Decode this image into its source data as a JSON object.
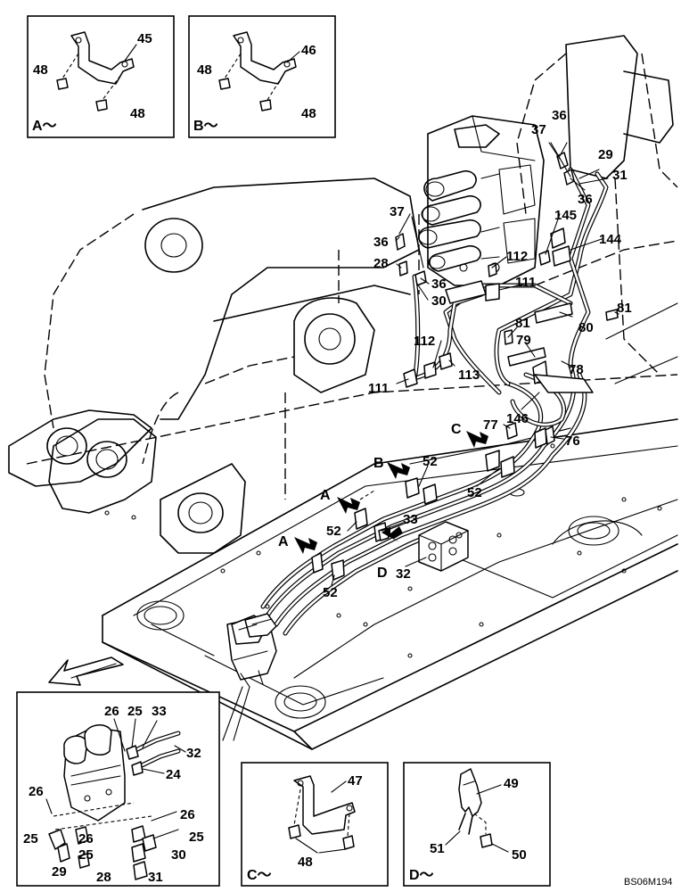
{
  "inset_captions": {
    "a": "A～",
    "b": "B～",
    "c": "C～",
    "d": "D～"
  },
  "view_markers": {
    "a1": "A",
    "a2": "A",
    "b": "B",
    "c": "C",
    "d": "D"
  },
  "drawing_code": "BS06M194",
  "part_labels": {
    "p45": "45",
    "p48a1": "48",
    "p48a2": "48",
    "p46": "46",
    "p48b1": "48",
    "p48b2": "48",
    "p37a": "37",
    "p36a": "36",
    "p29": "29",
    "p31": "31",
    "p36b": "36",
    "p37b": "37",
    "p36c": "36",
    "p28a": "28",
    "p36d": "36",
    "p30a": "30",
    "p145": "145",
    "p144": "144",
    "p112a": "112",
    "p111a": "111",
    "p81a": "81",
    "p81b": "81",
    "p80": "80",
    "p79": "79",
    "p78": "78",
    "p112b": "112",
    "p113": "113",
    "p111b": "111",
    "p146": "146",
    "p77": "77",
    "p76": "76",
    "p52a": "52",
    "p52b": "52",
    "p52c": "52",
    "p52d": "52",
    "p33a": "33",
    "p32a": "32",
    "p26a": "26",
    "p25a": "25",
    "p33b": "33",
    "p32b": "32",
    "p24": "24",
    "p26b": "26",
    "p25b": "25",
    "p26c": "26",
    "p26d": "26",
    "p25c": "25",
    "p25d": "25",
    "p29b": "29",
    "p28b": "28",
    "p31b": "31",
    "p30b": "30",
    "p47": "47",
    "p48c": "48",
    "p49": "49",
    "p51": "51",
    "p50": "50"
  }
}
